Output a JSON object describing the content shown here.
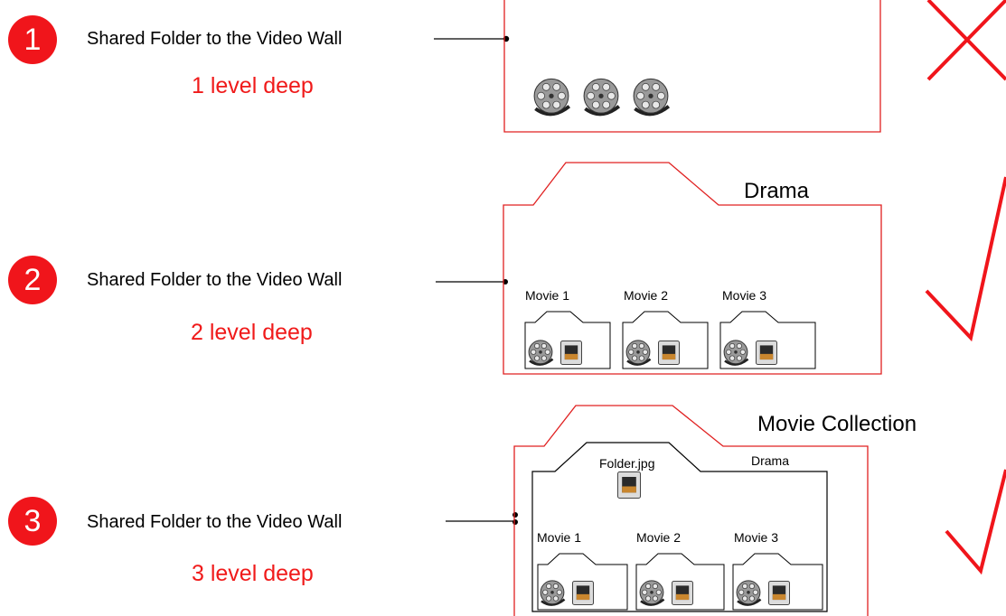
{
  "rows": [
    {
      "number": "1",
      "label": "Shared Folder to the Video Wall",
      "depth": "1 level deep",
      "verdict": "invalid"
    },
    {
      "number": "2",
      "label": "Shared Folder to the Video Wall",
      "depth": "2 level deep",
      "verdict": "valid"
    },
    {
      "number": "3",
      "label": "Shared Folder to the Video Wall",
      "depth": "3 level deep",
      "verdict": "valid"
    }
  ],
  "folders": {
    "drama": "Drama",
    "collection": "Movie Collection",
    "inner_drama": "Drama",
    "folder_image": "Folder.jpg",
    "movies": [
      "Movie 1",
      "Movie 2",
      "Movie 3"
    ]
  },
  "colors": {
    "accent": "#f0151b",
    "line": "#000000"
  },
  "icons": [
    "film-reel-icon",
    "image-file-icon",
    "cross-icon",
    "checkmark-icon"
  ]
}
